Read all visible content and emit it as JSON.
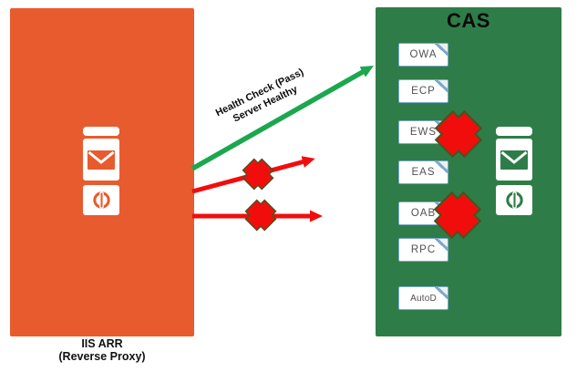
{
  "proxy_panel": {
    "caption_line1": "IIS ARR",
    "caption_line2": "(Reverse Proxy)",
    "fill_color": "#E85B2E"
  },
  "cas_panel": {
    "title": "CAS",
    "fill_color": "#2E7D48",
    "services": [
      {
        "label": "OWA",
        "blocked": false
      },
      {
        "label": "ECP",
        "blocked": false
      },
      {
        "label": "EWS",
        "blocked": true
      },
      {
        "label": "EAS",
        "blocked": false
      },
      {
        "label": "OAB",
        "blocked": true
      },
      {
        "label": "RPC",
        "blocked": false
      },
      {
        "label": "AutoD",
        "blocked": false
      }
    ]
  },
  "arrows": {
    "health_check": {
      "label_line1": "Health Check (Pass)",
      "label_line2": "Server Healthy",
      "color": "#1CA74E",
      "status": "pass"
    },
    "blocked_request_color": "#F20D0D",
    "blocked_x_border_color": "#4B5320"
  },
  "service_box_style": {
    "border_color": "#7EA7C9",
    "text_color": "#515151"
  }
}
